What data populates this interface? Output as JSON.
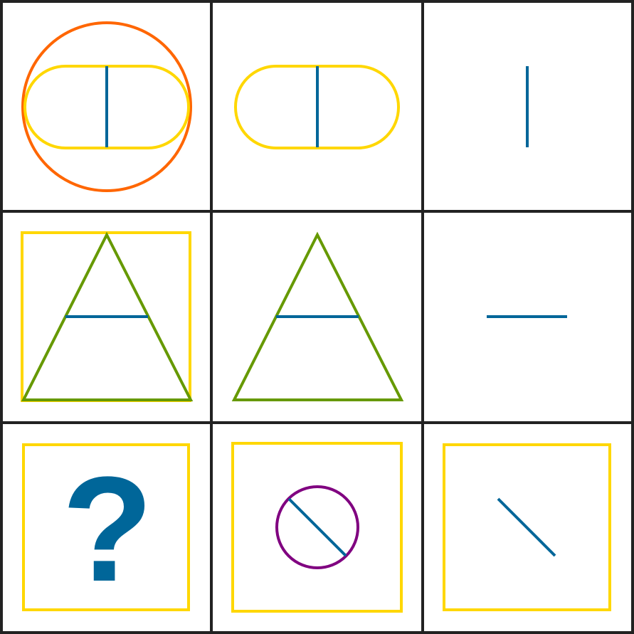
{
  "colors": {
    "grid": "#222222",
    "line": "#006699",
    "yellow": "#FFD700",
    "orange": "#FF6600",
    "green": "#669900",
    "purple": "#800080"
  },
  "cells": [
    {
      "row": 0,
      "col": 0,
      "shapes": [
        "circle-orange",
        "capsule-yellow",
        "line-vertical"
      ]
    },
    {
      "row": 0,
      "col": 1,
      "shapes": [
        "capsule-yellow",
        "line-vertical"
      ]
    },
    {
      "row": 0,
      "col": 2,
      "shapes": [
        "line-vertical"
      ]
    },
    {
      "row": 1,
      "col": 0,
      "shapes": [
        "square-yellow",
        "triangle-green",
        "line-horizontal"
      ]
    },
    {
      "row": 1,
      "col": 1,
      "shapes": [
        "triangle-green",
        "line-horizontal"
      ]
    },
    {
      "row": 1,
      "col": 2,
      "shapes": [
        "line-horizontal"
      ]
    },
    {
      "row": 2,
      "col": 0,
      "shapes": [
        "square-yellow",
        "question-mark"
      ]
    },
    {
      "row": 2,
      "col": 1,
      "shapes": [
        "square-yellow",
        "circle-purple",
        "line-diagonal"
      ]
    },
    {
      "row": 2,
      "col": 2,
      "shapes": [
        "square-yellow",
        "line-diagonal"
      ]
    }
  ],
  "question": "?"
}
